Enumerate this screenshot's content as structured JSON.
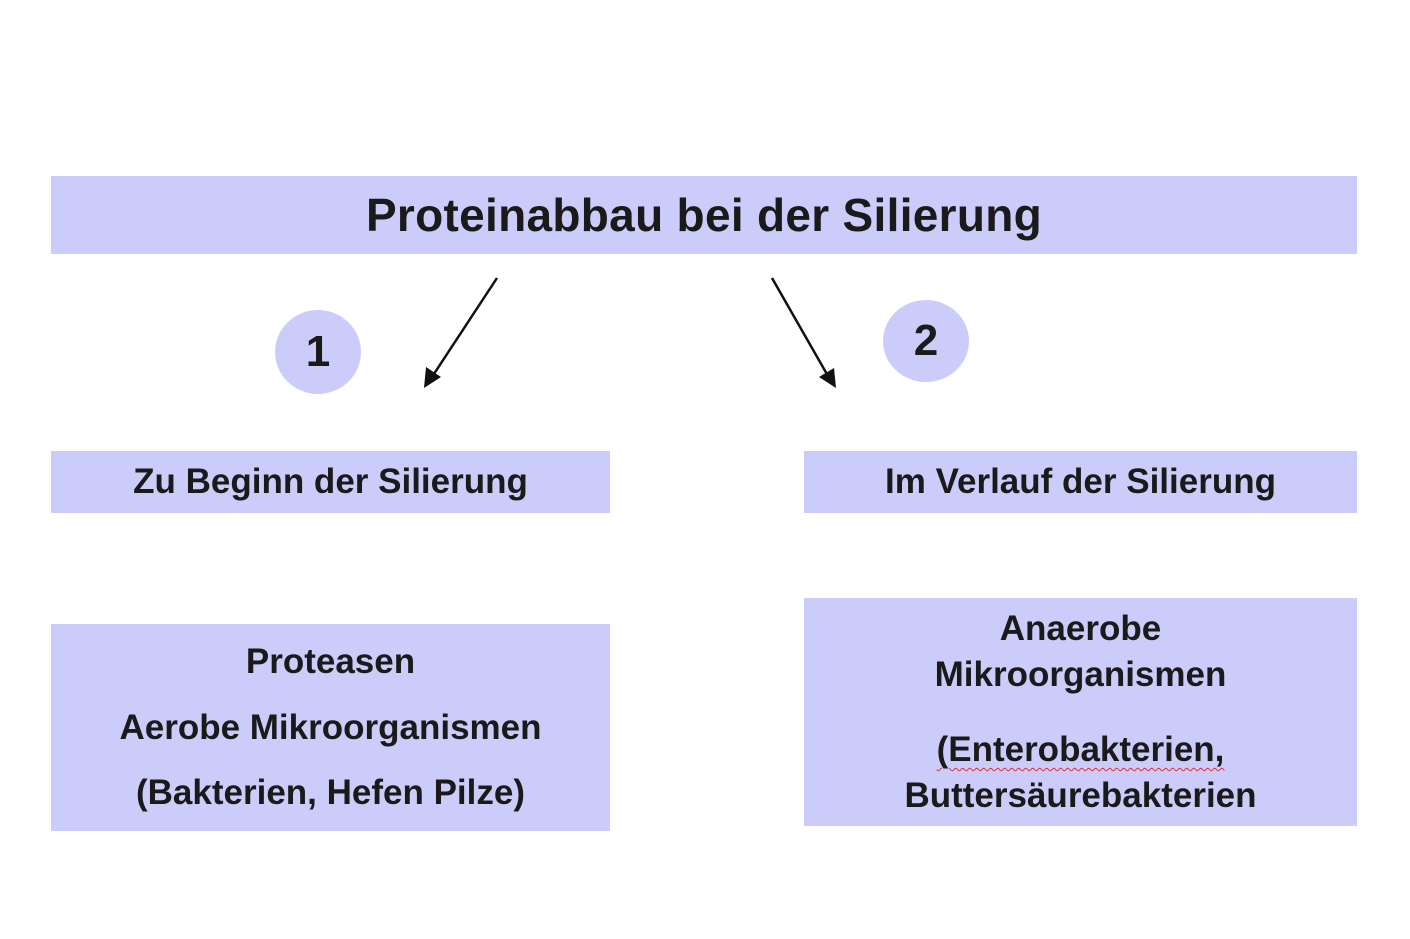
{
  "title": "Proteinabbau bei der Silierung",
  "steps": [
    {
      "number": "1",
      "phase": "Zu Beginn der Silierung"
    },
    {
      "number": "2",
      "phase": "Im Verlauf der Silierung"
    }
  ],
  "left_detail": {
    "line1": "Proteasen",
    "line2": "Aerobe Mikroorganismen",
    "line3": "(Bakterien, Hefen Pilze)"
  },
  "right_detail": {
    "line1": "Anaerobe",
    "line2": "Mikroorganismen",
    "line3": "(Enterobakterien,",
    "line4": "Buttersäurebakterien"
  }
}
